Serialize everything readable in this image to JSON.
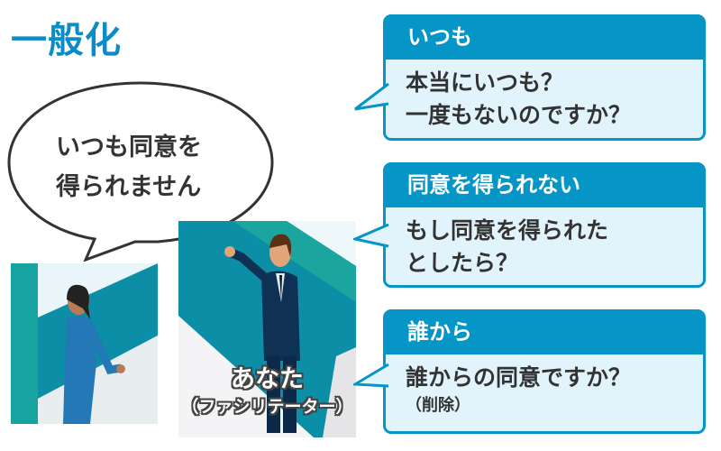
{
  "title": "一般化",
  "speech_bubble": {
    "lines": [
      "いつも同意を",
      "得られません"
    ]
  },
  "facilitator_caption": {
    "line1": "あなた",
    "line2": "（ファシリテーター）"
  },
  "cards": [
    {
      "header": "いつも",
      "lines": [
        "本当にいつも？",
        "一度もないのですか？"
      ]
    },
    {
      "header": "同意を得られない",
      "lines": [
        "もし同意を得られた",
        "としたら？"
      ]
    },
    {
      "header": "誰から",
      "lines": [
        "誰からの同意ですか？"
      ],
      "note": "（削除）"
    }
  ],
  "colors": {
    "accent": "#0595c6",
    "card_body": "#e1f4fc",
    "title": "#0b8cc4"
  }
}
